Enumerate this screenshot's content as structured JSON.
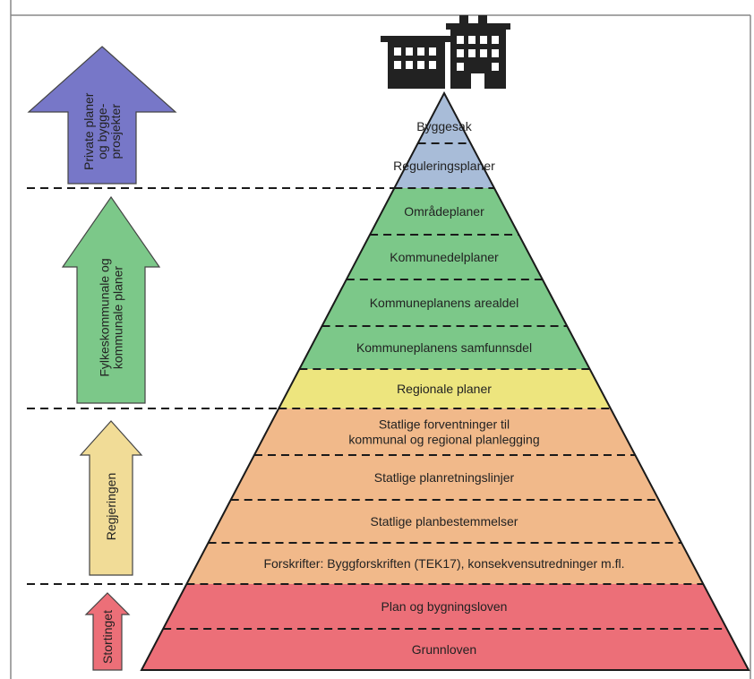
{
  "layers": [
    {
      "lines": [
        "Byggesak"
      ],
      "color": "#a8bcd8"
    },
    {
      "lines": [
        "Reguleringsplaner"
      ],
      "color": "#a8bcd8"
    },
    {
      "lines": [
        "Områdeplaner"
      ],
      "color": "#7cc889"
    },
    {
      "lines": [
        "Kommunedelplaner"
      ],
      "color": "#7cc889"
    },
    {
      "lines": [
        "Kommuneplanens arealdel"
      ],
      "color": "#7cc889"
    },
    {
      "lines": [
        "Kommuneplanens samfunnsdel"
      ],
      "color": "#7cc889"
    },
    {
      "lines": [
        "Regionale planer"
      ],
      "color": "#ede57e"
    },
    {
      "lines": [
        "Statlige forventninger til",
        "kommunal og regional planlegging"
      ],
      "color": "#f1b98a"
    },
    {
      "lines": [
        "Statlige planretningslinjer"
      ],
      "color": "#f1b98a"
    },
    {
      "lines": [
        "Statlige planbestemmelser"
      ],
      "color": "#f1b98a"
    },
    {
      "lines": [
        "Forskrifter: Byggforskriften (TEK17), konsekvensutredninger m.fl."
      ],
      "color": "#f1b98a"
    },
    {
      "lines": [
        "Plan og bygningsloven"
      ],
      "color": "#ec6f78"
    },
    {
      "lines": [
        "Grunnloven"
      ],
      "color": "#ec6f78"
    }
  ],
  "arrows": [
    {
      "lines": [
        "Private planer",
        "og bygge-",
        "prosjekter"
      ],
      "color": "#7777c8"
    },
    {
      "lines": [
        "Fylkeskommunale og",
        "kommunale planer"
      ],
      "color": "#7cc889"
    },
    {
      "lines": [
        "Regjeringen"
      ],
      "color": "#f1dc97"
    },
    {
      "lines": [
        "Stortinget"
      ],
      "color": "#ec6f78"
    }
  ],
  "icon": "buildings-icon"
}
